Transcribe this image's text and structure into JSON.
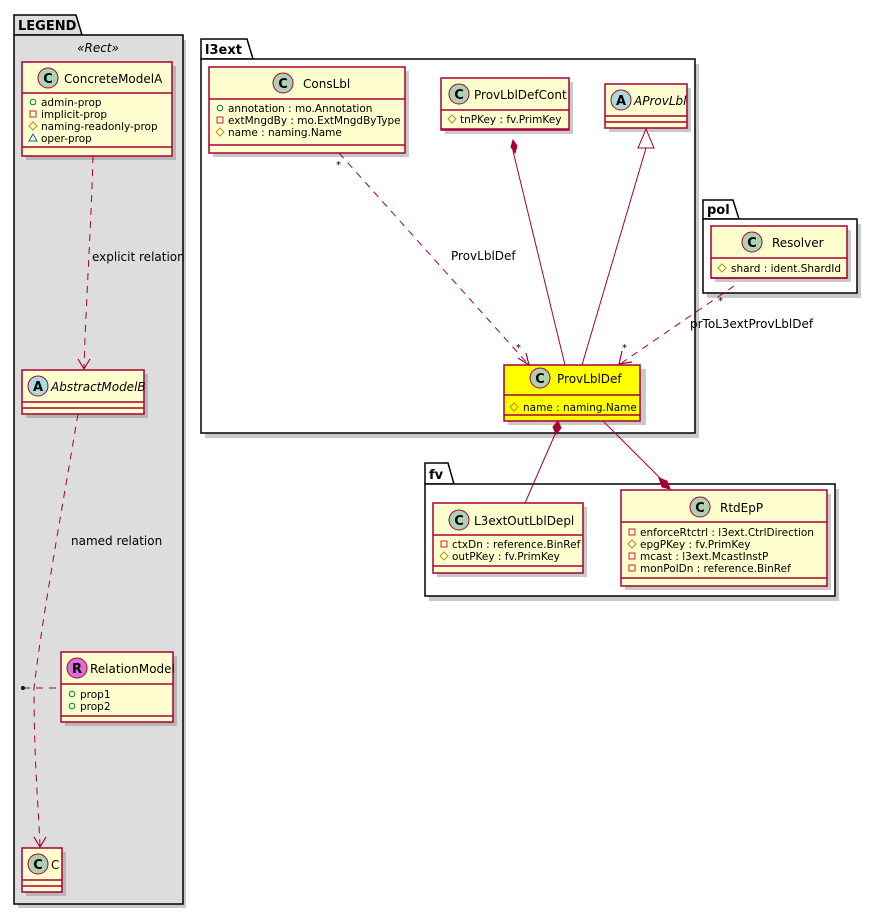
{
  "colors": {
    "class_fill": "#FEFECE",
    "class_border": "#A80036",
    "highlight_fill": "#FFFF00",
    "legend_fill": "#DDDDDD",
    "circle_C": "#ADD1B2",
    "circle_A": "#A9DCDF",
    "circle_R": "#DA70D6",
    "vis_public": "#038048",
    "vis_private": "#C82930",
    "vis_protected": "#B38D22",
    "vis_package": "#1963A0"
  },
  "legend": {
    "title": "LEGEND",
    "stereotype": "«Rect»",
    "concrete": {
      "circle": "C",
      "name": "ConcreteModelA",
      "attrs": [
        {
          "vis": "public",
          "text": "admin-prop"
        },
        {
          "vis": "private",
          "text": "implicit-prop"
        },
        {
          "vis": "protected",
          "text": "naming-readonly-prop"
        },
        {
          "vis": "package",
          "text": "oper-prop"
        }
      ]
    },
    "abstract": {
      "circle": "A",
      "name": "AbstractModelB"
    },
    "relation_model": {
      "circle": "R",
      "name": "RelationModel",
      "attrs": [
        {
          "vis": "public",
          "text": "prop1"
        },
        {
          "vis": "public",
          "text": "prop2"
        }
      ]
    },
    "c_class": {
      "circle": "C",
      "name": "C"
    },
    "explicit_label": "explicit relation",
    "named_label": "named relation"
  },
  "packages": {
    "l3ext": {
      "title": "l3ext",
      "cons_lbl": {
        "circle": "C",
        "name": "ConsLbl",
        "attrs": [
          {
            "vis": "public",
            "text": "annotation : mo.Annotation"
          },
          {
            "vis": "private",
            "text": "extMngdBy : mo.ExtMngdByType"
          },
          {
            "vis": "protected",
            "text": "name : naming.Name"
          }
        ]
      },
      "prov_lbl_def_cont": {
        "circle": "C",
        "name": "ProvLblDefCont",
        "attrs": [
          {
            "vis": "protected",
            "text": "tnPKey : fv.PrimKey"
          }
        ]
      },
      "aprov_lbl": {
        "circle": "A",
        "name": "AProvLbl"
      },
      "prov_lbl_def": {
        "circle": "C",
        "name": "ProvLblDef",
        "attrs": [
          {
            "vis": "protected",
            "text": "name : naming.Name"
          }
        ]
      }
    },
    "pol": {
      "title": "pol",
      "resolver": {
        "circle": "C",
        "name": "Resolver",
        "attrs": [
          {
            "vis": "protected",
            "text": "shard : ident.ShardId"
          }
        ]
      }
    },
    "fv": {
      "title": "fv",
      "l3ext_out_lbl_depl": {
        "circle": "C",
        "name": "L3extOutLblDepl",
        "attrs": [
          {
            "vis": "private",
            "text": "ctxDn : reference.BinRef"
          },
          {
            "vis": "protected",
            "text": "outPKey : fv.PrimKey"
          }
        ]
      },
      "rtd_ep_p": {
        "circle": "C",
        "name": "RtdEpP",
        "attrs": [
          {
            "vis": "private",
            "text": "enforceRtctrl : l3ext.CtrlDirection"
          },
          {
            "vis": "protected",
            "text": "epgPKey : fv.PrimKey"
          },
          {
            "vis": "private",
            "text": "mcast : l3ext.McastInstP"
          },
          {
            "vis": "private",
            "text": "monPolDn : reference.BinRef"
          }
        ]
      }
    }
  },
  "relations": {
    "cons_to_def": {
      "label": "ProvLblDef",
      "source_mult": "*",
      "target_mult": "*"
    },
    "resolver_to_def": {
      "label": "prToL3extProvLblDef",
      "source_mult": "*",
      "target_mult": "*"
    }
  }
}
